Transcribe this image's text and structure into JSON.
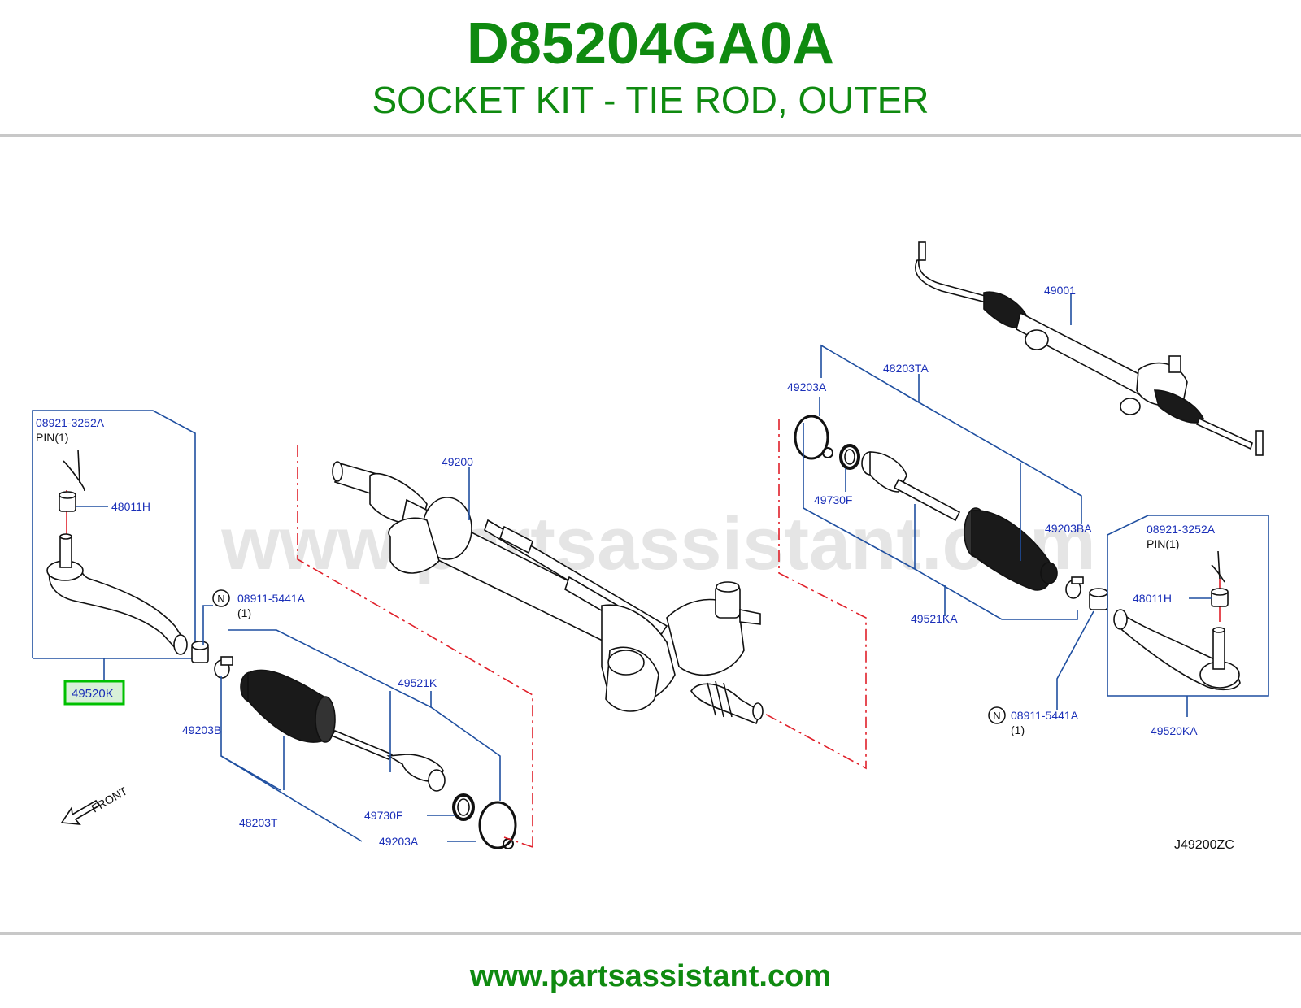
{
  "header": {
    "part_number": "D85204GA0A",
    "description": "SOCKET KIT - TIE ROD, OUTER"
  },
  "footer": {
    "url": "www.partsassistant.com"
  },
  "watermark": "www.partsassistant.com",
  "colors": {
    "title": "#0f8a10",
    "callout_text": "#1a2fb8",
    "leader": "#1f4fa0",
    "dash_red": "#e0202a",
    "highlight": "#00c000",
    "rule": "#c8c8c8"
  },
  "diagram": {
    "code": "J49200ZC",
    "front_label": "FRONT",
    "callouts": {
      "c_08921_l": "08921-3252A",
      "c_pin_l": "PIN(1)",
      "c_48011h_l": "48011H",
      "c_49520k": "49520K",
      "c_08911_l": "08911-5441A",
      "c_qty1_l": "(1)",
      "c_n_l": "N",
      "c_49200": "49200",
      "c_49521k": "49521K",
      "c_49203b": "49203B",
      "c_48203t": "48203T",
      "c_49730f_l": "49730F",
      "c_49203a_l": "49203A",
      "c_49203a_r": "49203A",
      "c_48203ta": "48203TA",
      "c_49730f_r": "49730F",
      "c_49203ba": "49203BA",
      "c_49521ka": "49521KA",
      "c_49001": "49001",
      "c_08921_r": "08921-3252A",
      "c_pin_r": "PIN(1)",
      "c_48011h_r": "48011H",
      "c_08911_r": "08911-5441A",
      "c_qty1_r": "(1)",
      "c_n_r": "N",
      "c_49520ka": "49520KA"
    }
  }
}
